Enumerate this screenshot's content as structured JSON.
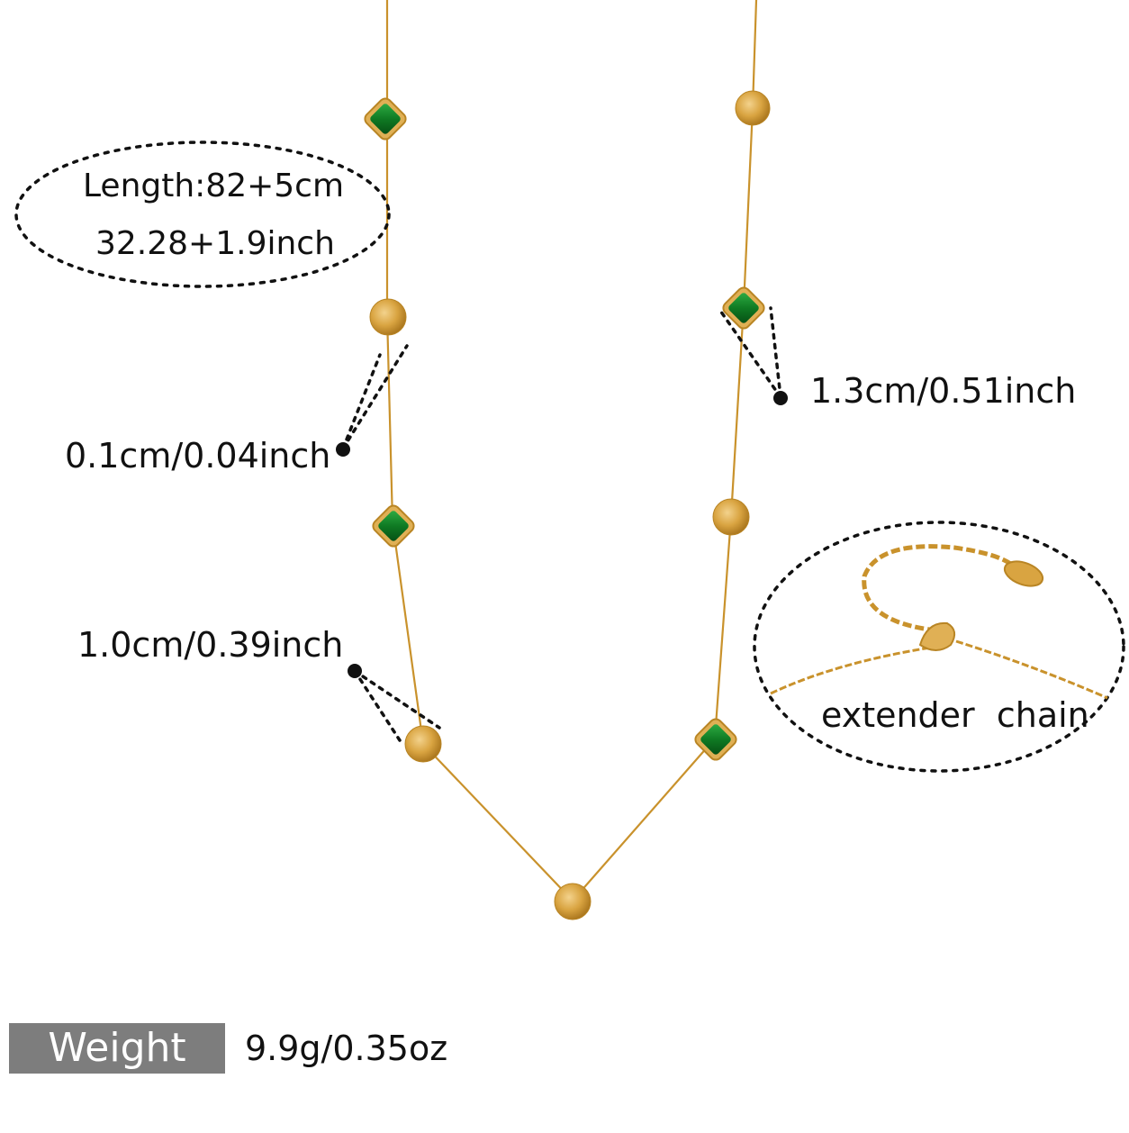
{
  "colors": {
    "gold": "#d9a441",
    "gold_dark": "#b98524",
    "emerald": "#0f7a23",
    "ink": "#111111",
    "badge_bg": "#7d7d7d"
  },
  "specs": {
    "length_cm": "Length:82+5cm",
    "length_inch": "32.28+1.9inch",
    "chain_thickness": "0.1cm/0.04inch",
    "bead_size": "1.0cm/0.39inch",
    "stone_size": "1.3cm/0.51inch",
    "extender": "extender  chain",
    "weight_label": "Weight",
    "weight_value": "9.9g/0.35oz"
  }
}
